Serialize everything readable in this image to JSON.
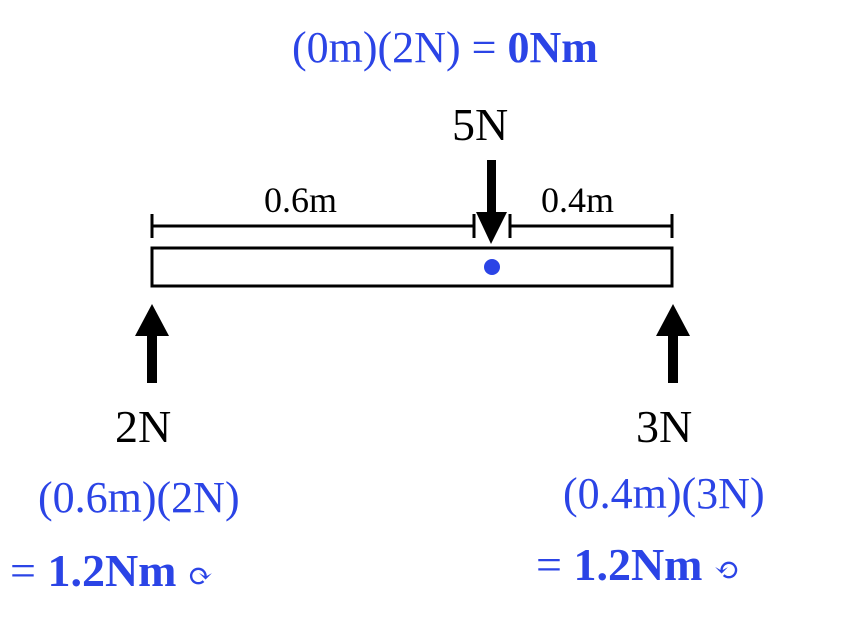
{
  "colors": {
    "accent": "#2b44e6",
    "ink": "#000000"
  },
  "pivot": {
    "formula": "(0m)(2N) = ",
    "result": "0Nm"
  },
  "forces": {
    "top": "5N",
    "left": "2N",
    "right": "3N"
  },
  "dimensions": {
    "left": "0.6m",
    "right": "0.4m"
  },
  "left_torque": {
    "formula": "(0.6m)(2N)",
    "result_prefix": "= ",
    "result": "1.2Nm",
    "rotation_icon": "⟳"
  },
  "right_torque": {
    "formula": "(0.4m)(3N)",
    "result_prefix": "= ",
    "result": "1.2Nm",
    "rotation_icon": "⟲"
  }
}
